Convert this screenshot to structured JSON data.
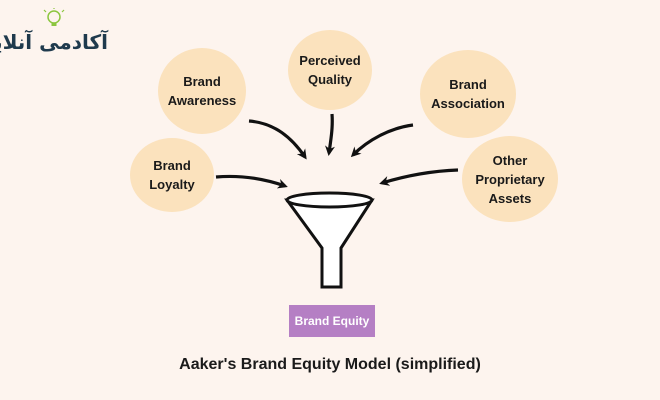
{
  "logo": {
    "text": "آکادمی آنلاین"
  },
  "nodes": [
    {
      "id": "awareness",
      "label": "Brand\nAwareness"
    },
    {
      "id": "quality",
      "label": "Perceived\nQuality"
    },
    {
      "id": "association",
      "label": "Brand\nAssociation"
    },
    {
      "id": "loyalty",
      "label": "Brand\nLoyalty"
    },
    {
      "id": "other",
      "label": "Other\nProprietary\nAssets"
    }
  ],
  "center": {
    "label": "Brand Equity"
  },
  "caption": "Aaker's Brand Equity Model (simplified)",
  "colors": {
    "background": "#fdf4ee",
    "bubble": "#fbe2bd",
    "equity": "#b57fc4",
    "ink": "#1a1a1a"
  }
}
